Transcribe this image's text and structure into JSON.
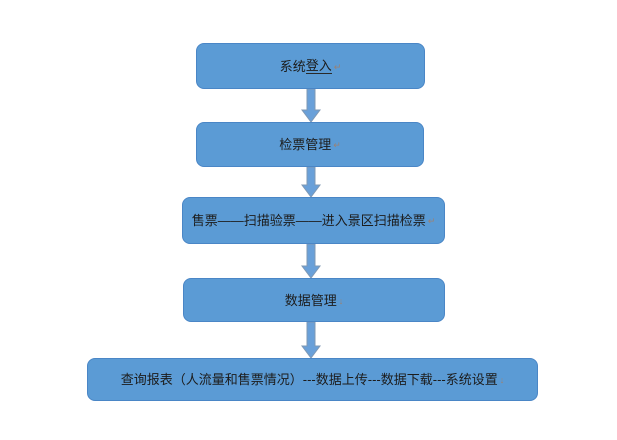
{
  "flowchart": {
    "title": "scenic-area-ticketing-system-flow",
    "colors": {
      "box_fill": "#5b9bd5",
      "box_border": "#4a86c6",
      "arrow_fill": "#69a0d9",
      "text": "#1c1c1c"
    },
    "nodes": [
      {
        "id": "system-login",
        "label_prefix": "系统",
        "label_underlined": "登入",
        "mark": "↵"
      },
      {
        "id": "ticket-check-management",
        "label": "检票管理",
        "mark": "↵"
      },
      {
        "id": "ticketing-process",
        "label": "售票——扫描验票——进入景区扫描检票",
        "mark": "↵"
      },
      {
        "id": "data-management",
        "label": "数据管理",
        "mark": "↓"
      },
      {
        "id": "reports-settings",
        "label": "查询报表（人流量和售票情况）---数据上传---数据下载---系统设置",
        "mark": "↓"
      }
    ],
    "connectors": [
      "down-arrow",
      "down-arrow",
      "down-arrow",
      "down-arrow"
    ]
  }
}
